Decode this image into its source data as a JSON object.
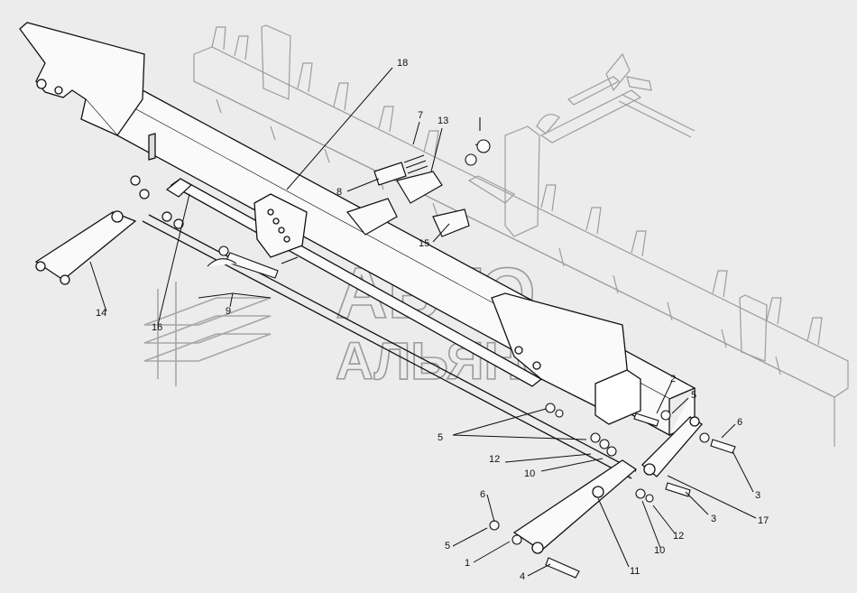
{
  "watermark": {
    "line1": "АВТО",
    "line2": "АЛЬЯНС"
  },
  "callouts": [
    {
      "id": "c18",
      "text": "18"
    },
    {
      "id": "c7",
      "text": "7"
    },
    {
      "id": "c13",
      "text": "13"
    },
    {
      "id": "c8",
      "text": "8"
    },
    {
      "id": "c15",
      "text": "15"
    },
    {
      "id": "c14",
      "text": "14"
    },
    {
      "id": "c16",
      "text": "16"
    },
    {
      "id": "c9",
      "text": "9"
    },
    {
      "id": "c2",
      "text": "2"
    },
    {
      "id": "c5a",
      "text": "5"
    },
    {
      "id": "c6a",
      "text": "6"
    },
    {
      "id": "c5b",
      "text": "5"
    },
    {
      "id": "c12a",
      "text": "12"
    },
    {
      "id": "c10a",
      "text": "10"
    },
    {
      "id": "c3a",
      "text": "3"
    },
    {
      "id": "c3b",
      "text": "3"
    },
    {
      "id": "c17",
      "text": "17"
    },
    {
      "id": "c6b",
      "text": "6"
    },
    {
      "id": "c5c",
      "text": "5"
    },
    {
      "id": "c1",
      "text": "1"
    },
    {
      "id": "c4",
      "text": "4"
    },
    {
      "id": "c11",
      "text": "11"
    },
    {
      "id": "c10b",
      "text": "10"
    },
    {
      "id": "c12b",
      "text": "12"
    }
  ]
}
